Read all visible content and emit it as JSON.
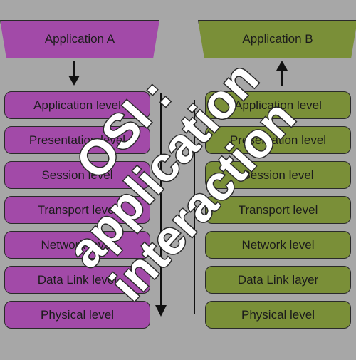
{
  "left": {
    "header": "Application A",
    "layers": [
      "Application level",
      "Presentation level",
      "Session level",
      "Transport level",
      "Network level",
      "Data Link level",
      "Physical level"
    ],
    "color": "#a24aa8"
  },
  "right": {
    "header": "Application B",
    "layers": [
      "Application level",
      "Presentation level",
      "Session level",
      "Transport level",
      "Network level",
      "Data Link layer",
      "Physical level"
    ],
    "color": "#7a8f38"
  },
  "overlay_title": {
    "line1": "OSI :",
    "line2": "application",
    "line3": "interaction"
  }
}
